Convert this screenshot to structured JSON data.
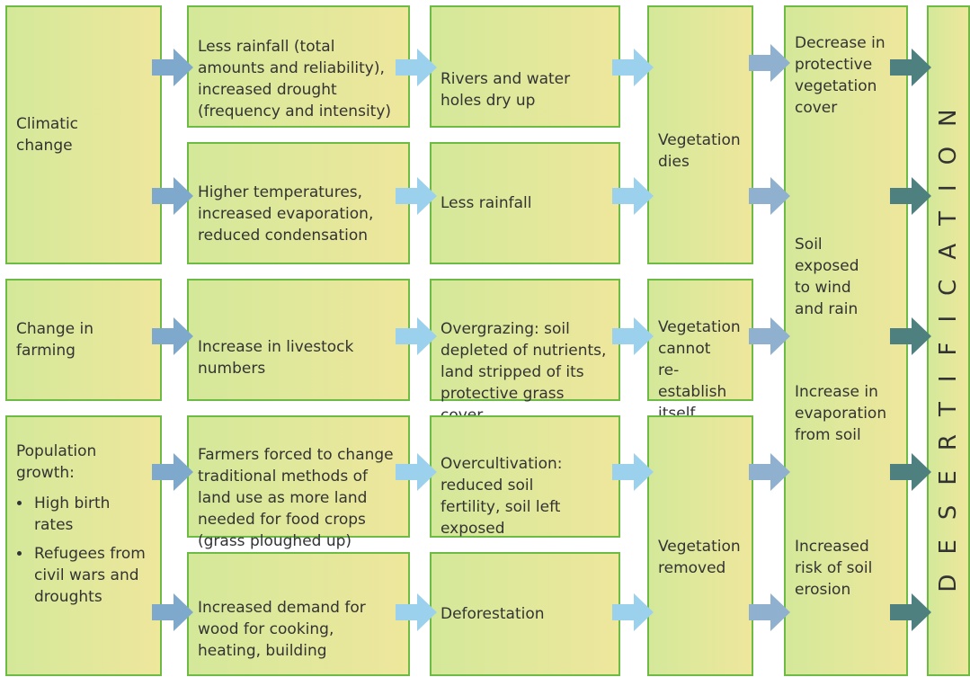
{
  "colors": {
    "box_border": "#6dba45",
    "box_fill_left": "#d4e89a",
    "box_fill_right": "#eee79c",
    "arrow_col1": "#7fa9cc",
    "arrow_col2": "#9cd1ee",
    "arrow_col4": "#8fb0cf",
    "arrow_col5": "#4f8080"
  },
  "causes": {
    "climatic": "Climatic\nchange",
    "farming": "Change in\nfarming",
    "population": {
      "title": "Population\ngrowth:",
      "bullets": [
        "High birth\nrates",
        "Refugees from\ncivil wars and\ndroughts"
      ]
    }
  },
  "effects1": {
    "rainfall": "Less rainfall (total\namounts and reliability),\nincreased drought\n(frequency and intensity)",
    "temperature": "Higher temperatures,\nincreased evaporation,\nreduced condensation",
    "livestock": "Increase in livestock\nnumbers",
    "land_use": "Farmers forced to change\ntraditional methods of\nland use as more land\nneeded for food crops\n(grass ploughed up)",
    "wood": "Increased demand for\nwood for cooking,\nheating, building"
  },
  "effects2": {
    "rivers": "Rivers and water\nholes dry up",
    "less_rainfall": "Less rainfall",
    "overgrazing": "Overgrazing: soil\ndepleted of nutrients,\nland stripped of its\nprotective grass cover",
    "overcultivation": "Overcultivation:\nreduced soil\nfertility, soil left\nexposed",
    "deforestation": "Deforestation"
  },
  "vegetation": {
    "dies": "Vegetation\ndies",
    "cannot": "Vegetation\ncannot\nre-establish\nitself",
    "removed": "Vegetation\nremoved"
  },
  "consequences": [
    "Decrease in\nprotective\nvegetation\ncover",
    "Soil\nexposed\nto wind\nand rain",
    "Increase in\nevaporation\nfrom soil",
    "Increased\nrisk of soil\nerosion"
  ],
  "outcome": "DESERTIFICATION"
}
